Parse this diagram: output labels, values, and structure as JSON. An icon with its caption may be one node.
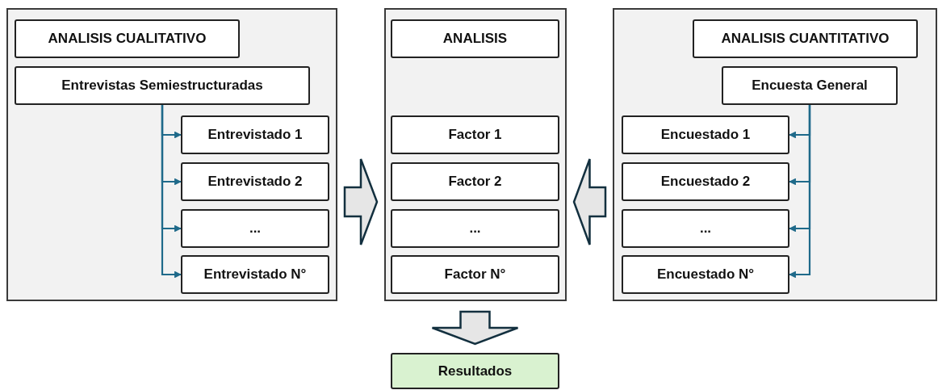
{
  "diagram": {
    "nodes": [
      {
        "text": [],
        "shape": "box"
      },
      {
        "text": [
          "ANALISIS CUALITATIVO"
        ],
        "in": 0
      },
      {
        "text": [
          "Entrevistas Semiestructuradas"
        ],
        "in": 0
      },
      {
        "text": [
          "Entrevistado 1"
        ],
        "in": 0
      },
      {
        "text": [
          "Entrevistado 2"
        ],
        "in": 0
      },
      {
        "text": [
          "..."
        ],
        "in": 0
      },
      {
        "text": [
          "Entrevistado N°"
        ],
        "in": 0
      },
      {
        "text": [],
        "shape": "box"
      },
      {
        "text": [
          "ANALISIS"
        ],
        "in": 7
      },
      {
        "text": [
          "Factor 1"
        ],
        "in": 7
      },
      {
        "text": [
          "Factor 2"
        ],
        "in": 7
      },
      {
        "text": [
          "..."
        ],
        "in": 7
      },
      {
        "text": [
          "Factor N°"
        ],
        "in": 7
      },
      {
        "text": [],
        "shape": "box"
      },
      {
        "text": [
          "ANALISIS CUANTITATIVO"
        ],
        "in": 13
      },
      {
        "text": [
          "Encuesta General"
        ],
        "in": 13
      },
      {
        "text": [
          "Encuestado 1"
        ],
        "in": 13
      },
      {
        "text": [
          "Encuestado 2"
        ],
        "in": 13
      },
      {
        "text": [
          "..."
        ],
        "in": 13
      },
      {
        "text": [
          "Encuestado N°"
        ],
        "in": 13
      },
      {
        "text": [
          "Resultados"
        ]
      }
    ],
    "edges": [
      {
        "from": 2,
        "to": 3,
        "arrow": "to"
      },
      {
        "from": 2,
        "to": 4,
        "arrow": "to"
      },
      {
        "from": 2,
        "to": 5,
        "arrow": "to"
      },
      {
        "from": 2,
        "to": 6,
        "arrow": "to"
      },
      {
        "from": 15,
        "to": 16,
        "arrow": "to"
      },
      {
        "from": 15,
        "to": 17,
        "arrow": "to"
      },
      {
        "from": 15,
        "to": 18,
        "arrow": "to"
      },
      {
        "from": 15,
        "to": 19,
        "arrow": "to"
      },
      {
        "from": 0,
        "to": 7,
        "arrow": "to",
        "style": "thick",
        "color": "#13303f"
      },
      {
        "from": 13,
        "to": 7,
        "arrow": "to",
        "style": "thick",
        "color": "#13303f"
      },
      {
        "from": 7,
        "to": 20,
        "arrow": "to",
        "style": "thick",
        "color": "#13303f"
      }
    ]
  }
}
